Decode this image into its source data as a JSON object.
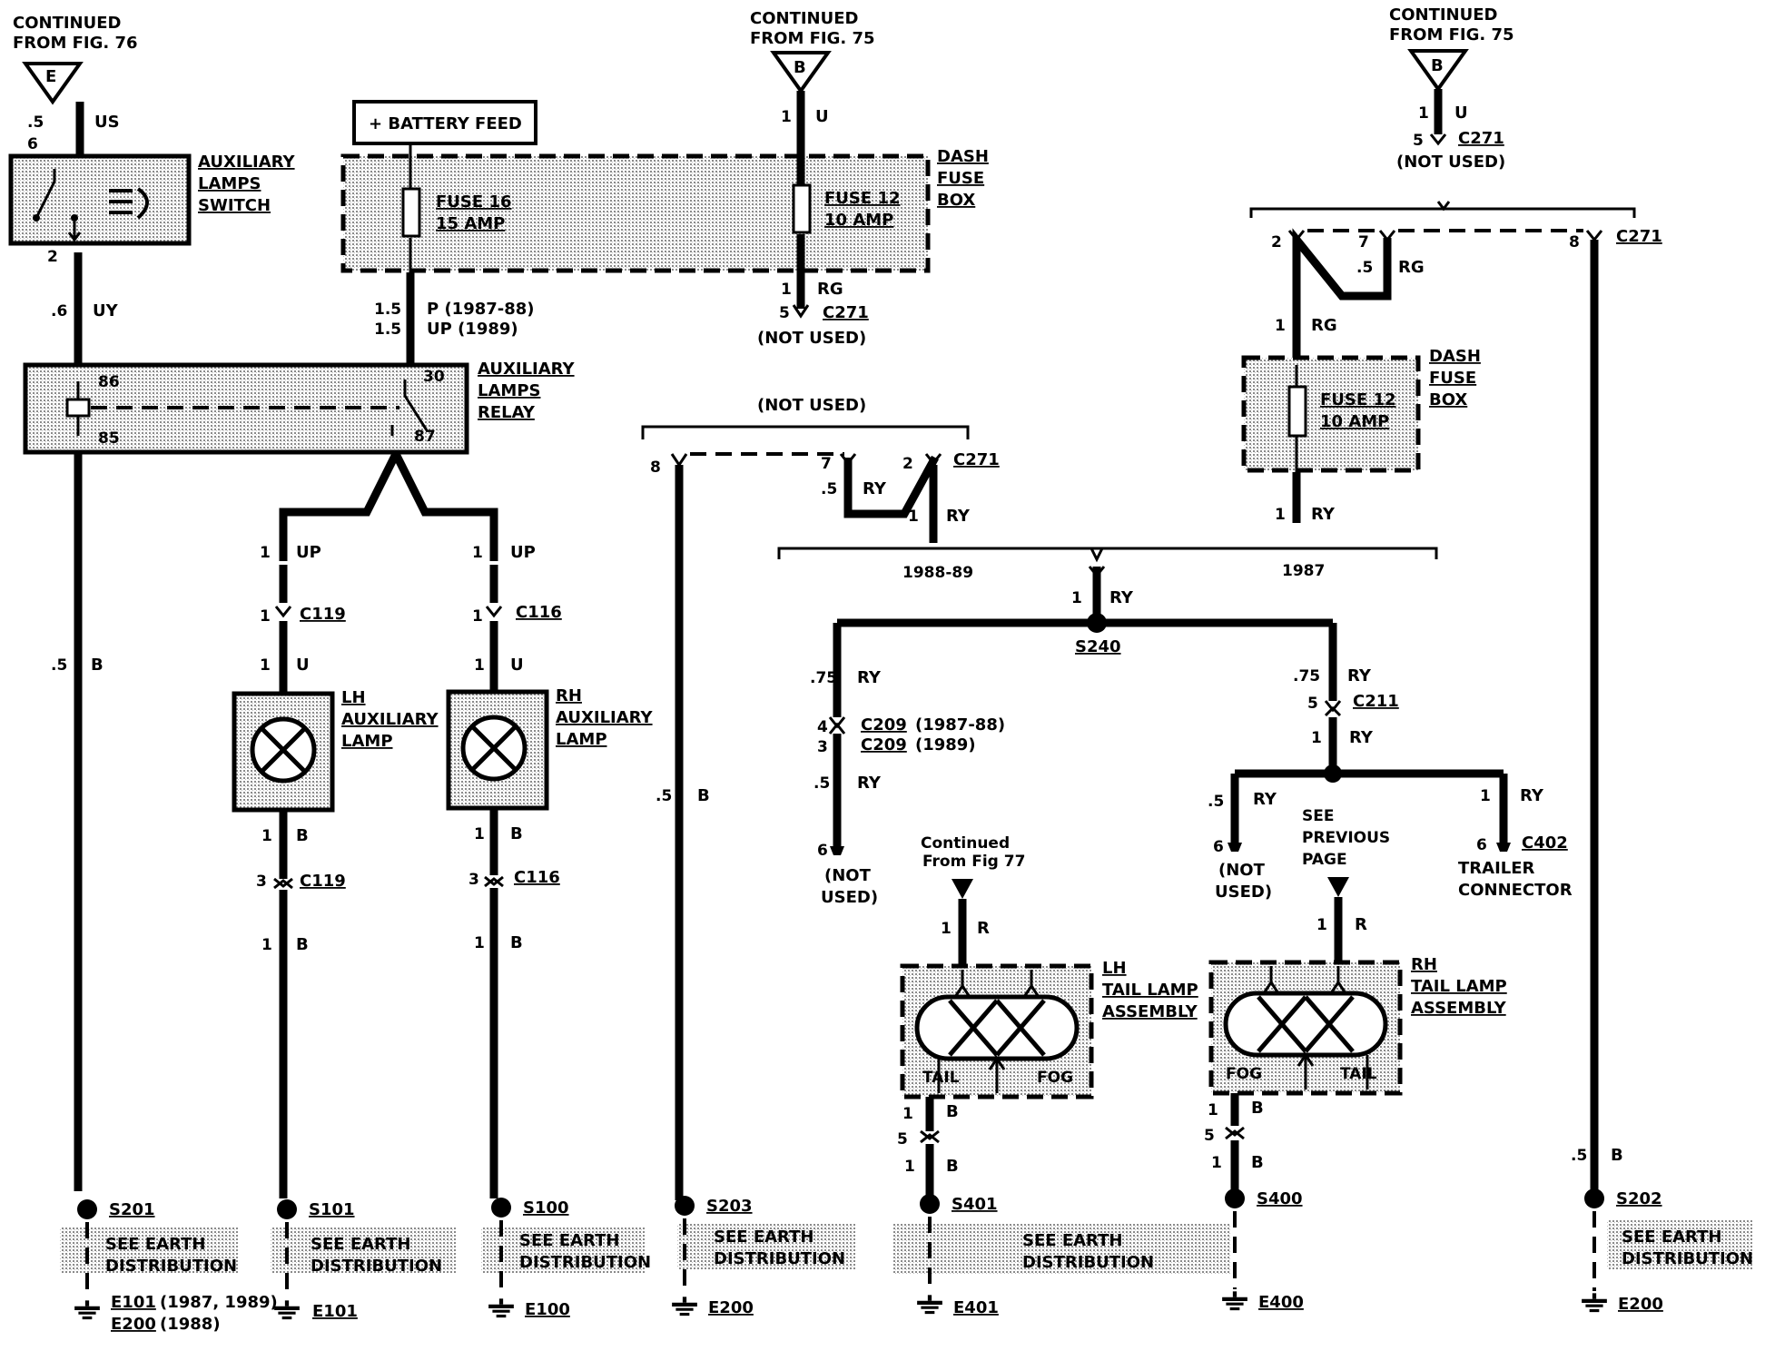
{
  "continued": {
    "e_left": {
      "line1": "CONTINUED",
      "line2": "FROM FIG. 76",
      "letter": "E"
    },
    "b_mid": {
      "line1": "CONTINUED",
      "line2": "FROM FIG. 75",
      "letter": "B"
    },
    "b_right": {
      "line1": "CONTINUED",
      "line2": "FROM FIG. 75",
      "letter": "B"
    },
    "fig77": {
      "line1": "Continued",
      "line2": "From Fig 77"
    },
    "prev_page": {
      "line1": "SEE",
      "line2": "PREVIOUS",
      "line3": "PAGE"
    }
  },
  "battery_feed": "+ BATTERY FEED",
  "switch": {
    "line1": "AUXILIARY",
    "line2": "LAMPS",
    "line3": "SWITCH",
    "pin_top": "6",
    "pin_bottom": "2",
    "gauge_top": ".5",
    "color_top": "US",
    "gauge_bottom": ".6",
    "color_bottom": "UY"
  },
  "dash_fuse_box_top": {
    "line1": "DASH",
    "line2": "FUSE",
    "line3": "BOX",
    "fuse16_l1": "FUSE 16",
    "fuse16_l2": "15 AMP",
    "fuse12_l1": "FUSE 12",
    "fuse12_l2": "10 AMP"
  },
  "relay": {
    "line1": "AUXILIARY",
    "line2": "LAMPS",
    "line3": "RELAY",
    "pin86": "86",
    "pin85": "85",
    "pin30": "30",
    "pin87": "87",
    "feed_g1": "1.5",
    "feed_c1": "P (1987-88)",
    "feed_g2": "1.5",
    "feed_c2": "UP (1989)"
  },
  "mid_feed": {
    "pin1": "1",
    "color": "U",
    "pin_rg": "1",
    "color_rg": "RG",
    "pin5": "5",
    "conn": "C271",
    "not_used": "(NOT USED)"
  },
  "right_feed": {
    "pin1": "1",
    "color": "U",
    "pin5": "5",
    "conn": "C271",
    "not_used": "(NOT USED)"
  },
  "lh_aux": {
    "line1": "LH",
    "line2": "AUXILIARY",
    "line3": "LAMP",
    "pin_up": "1",
    "col_up": "UP",
    "c_pin1": "1",
    "conn": "C119",
    "pin_u": "1",
    "col_u": "U",
    "pin_b": "1",
    "col_b": "B",
    "c_pin3": "3",
    "conn2": "C119",
    "pin_b2": "1",
    "col_b2": "B"
  },
  "rh_aux": {
    "line1": "RH",
    "line2": "AUXILIARY",
    "line3": "LAMP",
    "pin_up": "1",
    "col_up": "UP",
    "c_pin1": "1",
    "conn": "C116",
    "pin_u": "1",
    "col_u": "U",
    "pin_b": "1",
    "col_b": "B",
    "c_pin3": "3",
    "conn2": "C116",
    "pin_b2": "1",
    "col_b2": "B"
  },
  "left_ground": {
    "gauge": ".5",
    "color": "B"
  },
  "not_used_mid": "(NOT USED)",
  "c271_mid": {
    "pin8": "8",
    "pin7": "7",
    "gauge": ".5",
    "color": "RY",
    "pin2": "2",
    "pin1": "1",
    "color2": "RY",
    "conn": "C271",
    "w_gauge": ".5",
    "w_color": "B"
  },
  "year_labels": {
    "left": "1988-89",
    "right": "1987"
  },
  "right_fuse": {
    "pin2": "2",
    "pin7": "7",
    "gauge": ".5",
    "color": "RG",
    "pin8": "8",
    "conn": "C271",
    "pin1": "1",
    "color1": "RG",
    "line1": "DASH",
    "line2": "FUSE",
    "line3": "BOX",
    "fuse_l1": "FUSE 12",
    "fuse_l2": "10 AMP",
    "pin1b": "1",
    "color1b": "RY"
  },
  "s240": {
    "pin": "1",
    "color": "RY",
    "name": "S240"
  },
  "c209": {
    "gauge": ".75",
    "color": "RY",
    "pin4": "4",
    "conn1": "C209",
    "years1": "(1987-88)",
    "pin3": "3",
    "conn2": "C209",
    "years2": "(1989)",
    "gauge2": ".5",
    "color2": "RY",
    "pin6": "6",
    "nu1": "(NOT",
    "nu2": "USED)"
  },
  "c211": {
    "gauge": ".75",
    "color": "RY",
    "pin5": "5",
    "conn": "C211",
    "pin1": "1",
    "color1": "RY"
  },
  "trailer": {
    "gauge_l": ".5",
    "color_l": "RY",
    "pin6l": "6",
    "nu1": "(NOT",
    "nu2": "USED)",
    "pin1": "1",
    "color1": "RY",
    "pin6": "6",
    "conn": "C402",
    "line1": "TRAILER",
    "line2": "CONNECTOR"
  },
  "lh_tail": {
    "line1": "LH",
    "line2": "TAIL LAMP",
    "line3": "ASSEMBLY",
    "tail": "TAIL",
    "fog": "FOG",
    "pin_r": "1",
    "col_r": "R",
    "pin1": "1",
    "col1": "B",
    "pin5": "5",
    "pin1b": "1",
    "col1b": "B"
  },
  "rh_tail": {
    "line1": "RH",
    "line2": "TAIL LAMP",
    "line3": "ASSEMBLY",
    "tail": "TAIL",
    "fog": "FOG",
    "pin_r": "1",
    "col_r": "R",
    "pin1": "1",
    "col1": "B",
    "pin5": "5",
    "pin1b": "1",
    "col1b": "B"
  },
  "right_ground": {
    "gauge": ".5",
    "color": "B"
  },
  "splices": {
    "s201": "S201",
    "s101": "S101",
    "s100": "S100",
    "s203": "S203",
    "s401": "S401",
    "s400": "S400",
    "s202": "S202"
  },
  "see_earth": {
    "l1": "SEE EARTH",
    "l2": "DISTRIBUTION"
  },
  "grounds": {
    "e101a": "E101",
    "e101a_years": "(1987, 1989)",
    "e200a": "E200",
    "e200a_years": "(1988)",
    "e101": "E101",
    "e100": "E100",
    "e200": "E200",
    "e401": "E401",
    "e400": "E400",
    "e200r": "E200"
  }
}
